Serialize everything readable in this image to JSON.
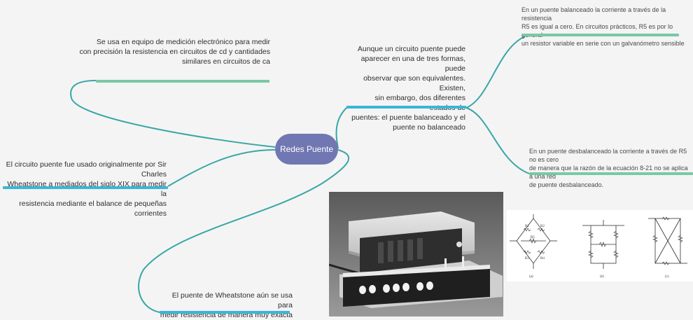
{
  "central": {
    "label": "Redes Puente"
  },
  "nodes": {
    "top_left": "Se usa en equipo de medición electrónico para medir\ncon precisión la resistencia en circuitos de cd y cantidades\nsimilares en circuitos de ca",
    "mid_left": "El circuito puente fue usado originalmente por Sir Charles\nWheatstone a mediados del siglo XIX para medir la\nresistencia mediante el balance de pequeñas corrientes",
    "bottom": "El puente de Wheatstone aún se usa para\nmedir resistencia de manera muy exacta",
    "center_right": "Aunque un circuito puente puede\naparecer en una de tres formas, puede\nobservar que son equivalentes. Existen,\nsin embargo, dos diferentes estados de\npuentes: el puente balanceado y el\npuente no balanceado",
    "balanced": "En un puente balanceado la corriente a través de la resistencia\n   R5 es igual a cero. En circuitos prácticos, R5 es por lo general\n   un resistor variable en serie con un galvanómetro sensible",
    "unbalanced": "En un puente desbalanceado la corriente a través de R5 no es cero\n   de manera que la razón de la ecuación 8-21 no se aplica a una red\n   de puente desbalanceado."
  },
  "colors": {
    "central_fill": "#7177b2",
    "link": "#3aa6a6",
    "bar_green": "#78c9a4",
    "bar_blue": "#39b6d9",
    "background": "#f4f4f4"
  },
  "figure_labels": {
    "a": "(a)",
    "b": "(b)",
    "c": "(c)"
  },
  "resistor_labels": [
    "R1",
    "R2",
    "R3",
    "R4",
    "R5"
  ]
}
